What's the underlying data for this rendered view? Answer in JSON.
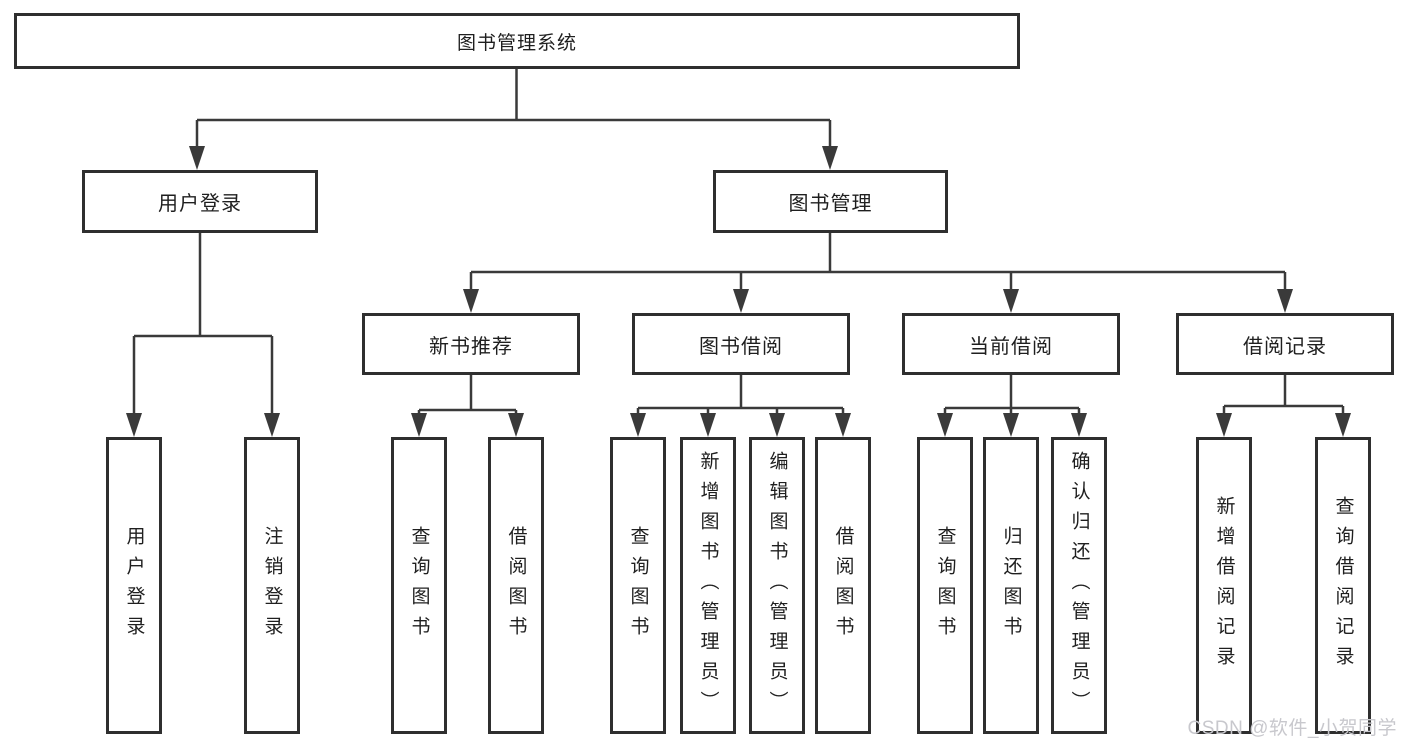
{
  "diagram": {
    "root": {
      "label": "图书管理系统"
    },
    "branches": [
      {
        "label": "用户登录",
        "children": [
          {
            "label": "用户登录"
          },
          {
            "label": "注销登录"
          }
        ]
      },
      {
        "label": "图书管理",
        "children": [
          {
            "label": "新书推荐",
            "children": [
              {
                "label": "查询图书"
              },
              {
                "label": "借阅图书"
              }
            ]
          },
          {
            "label": "图书借阅",
            "children": [
              {
                "label": "查询图书"
              },
              {
                "label": "新增图书（管理员）"
              },
              {
                "label": "编辑图书（管理员）"
              },
              {
                "label": "借阅图书"
              }
            ]
          },
          {
            "label": "当前借阅",
            "children": [
              {
                "label": "查询图书"
              },
              {
                "label": "归还图书"
              },
              {
                "label": "确认归还（管理员）"
              }
            ]
          },
          {
            "label": "借阅记录",
            "children": [
              {
                "label": "新增借阅记录"
              },
              {
                "label": "查询借阅记录"
              }
            ]
          }
        ]
      }
    ]
  },
  "watermark": {
    "text": "CSDN @软件_小贺同学"
  },
  "colors": {
    "line": "#3a3a3a",
    "box_border": "#2f2f2f",
    "text": "#1f1f1f",
    "background": "#ffffff",
    "watermark": "#c8c8cd"
  }
}
